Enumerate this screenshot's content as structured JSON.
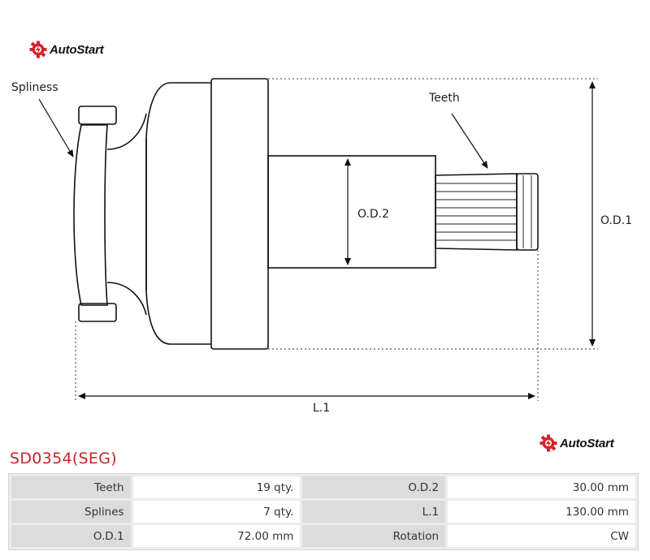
{
  "brand": {
    "name": "AutoStart",
    "logo_color": "#d6232a"
  },
  "diagram": {
    "labels": {
      "spliness": "Spliness",
      "teeth": "Teeth",
      "od1": "O.D.1",
      "od2": "O.D.2",
      "l1": "L.1"
    }
  },
  "part": {
    "code": "SD0354(SEG)"
  },
  "specs": [
    {
      "key": "Teeth",
      "value": "19 qty.",
      "key2": "O.D.2",
      "value2": "30.00 mm"
    },
    {
      "key": "Splines",
      "value": "7 qty.",
      "key2": "L.1",
      "value2": "130.00 mm"
    },
    {
      "key": "O.D.1",
      "value": "72.00 mm",
      "key2": "Rotation",
      "value2": "CW"
    }
  ]
}
